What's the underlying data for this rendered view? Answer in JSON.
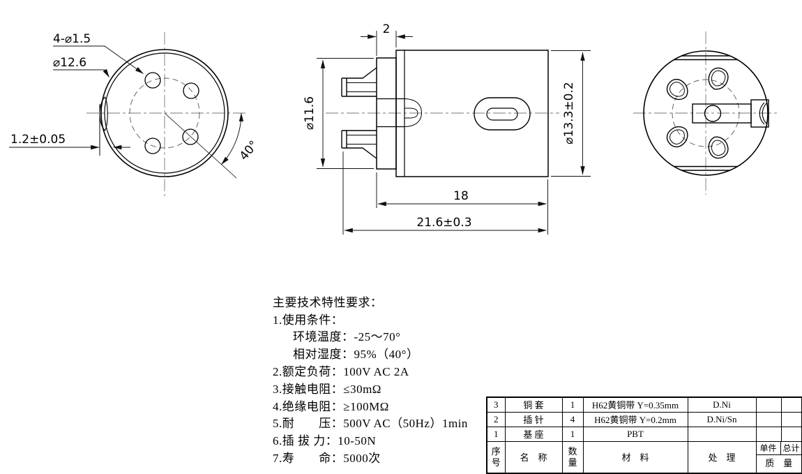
{
  "front_view": {
    "dim_holes": "4-⌀1.5",
    "dim_bolt_circle": "⌀12.6",
    "dim_flat_depth": "1.2±0.05",
    "dim_angle": "40°"
  },
  "side_view": {
    "dim_flange_thickness": "2",
    "dim_flange_diameter": "⌀11.6",
    "dim_body_diameter": "⌀13.3±0.2",
    "dim_body_length": "18",
    "dim_overall_length": "21.6±0.3"
  },
  "tech_notes": {
    "lines": [
      "主要技术特性要求：",
      "1.使用条件：",
      "环境温度：-25～70°",
      "相对湿度：95%（40°）",
      "2.额定负荷：100V AC 2A",
      "3.接触电阻：≤30mΩ",
      "4.绝缘电阻：≥100MΩ",
      "5.耐　　压：500V AC（50Hz）1min",
      "6.插 拔 力：10-50N",
      "7.寿　　命：5000次"
    ]
  },
  "parts_table": {
    "headers": {
      "seq": "序\n号",
      "name": "名　称",
      "qty": "数\n量",
      "material": "材　料",
      "process": "处　理",
      "unit": "单件",
      "total": "总计",
      "mass": "质　量"
    },
    "rows": [
      {
        "seq": "3",
        "name": "铜 套",
        "qty": "1",
        "material": "H62黄铜带 Y=0.35mm",
        "process": "D.Ni",
        "unit_mass": "",
        "total_mass": ""
      },
      {
        "seq": "2",
        "name": "插 针",
        "qty": "4",
        "material": "H62黄铜带 Y=0.2mm",
        "process": "D.Ni/Sn",
        "unit_mass": "",
        "total_mass": ""
      },
      {
        "seq": "1",
        "name": "基 座",
        "qty": "1",
        "material": "PBT",
        "process": "",
        "unit_mass": "",
        "total_mass": ""
      }
    ]
  }
}
